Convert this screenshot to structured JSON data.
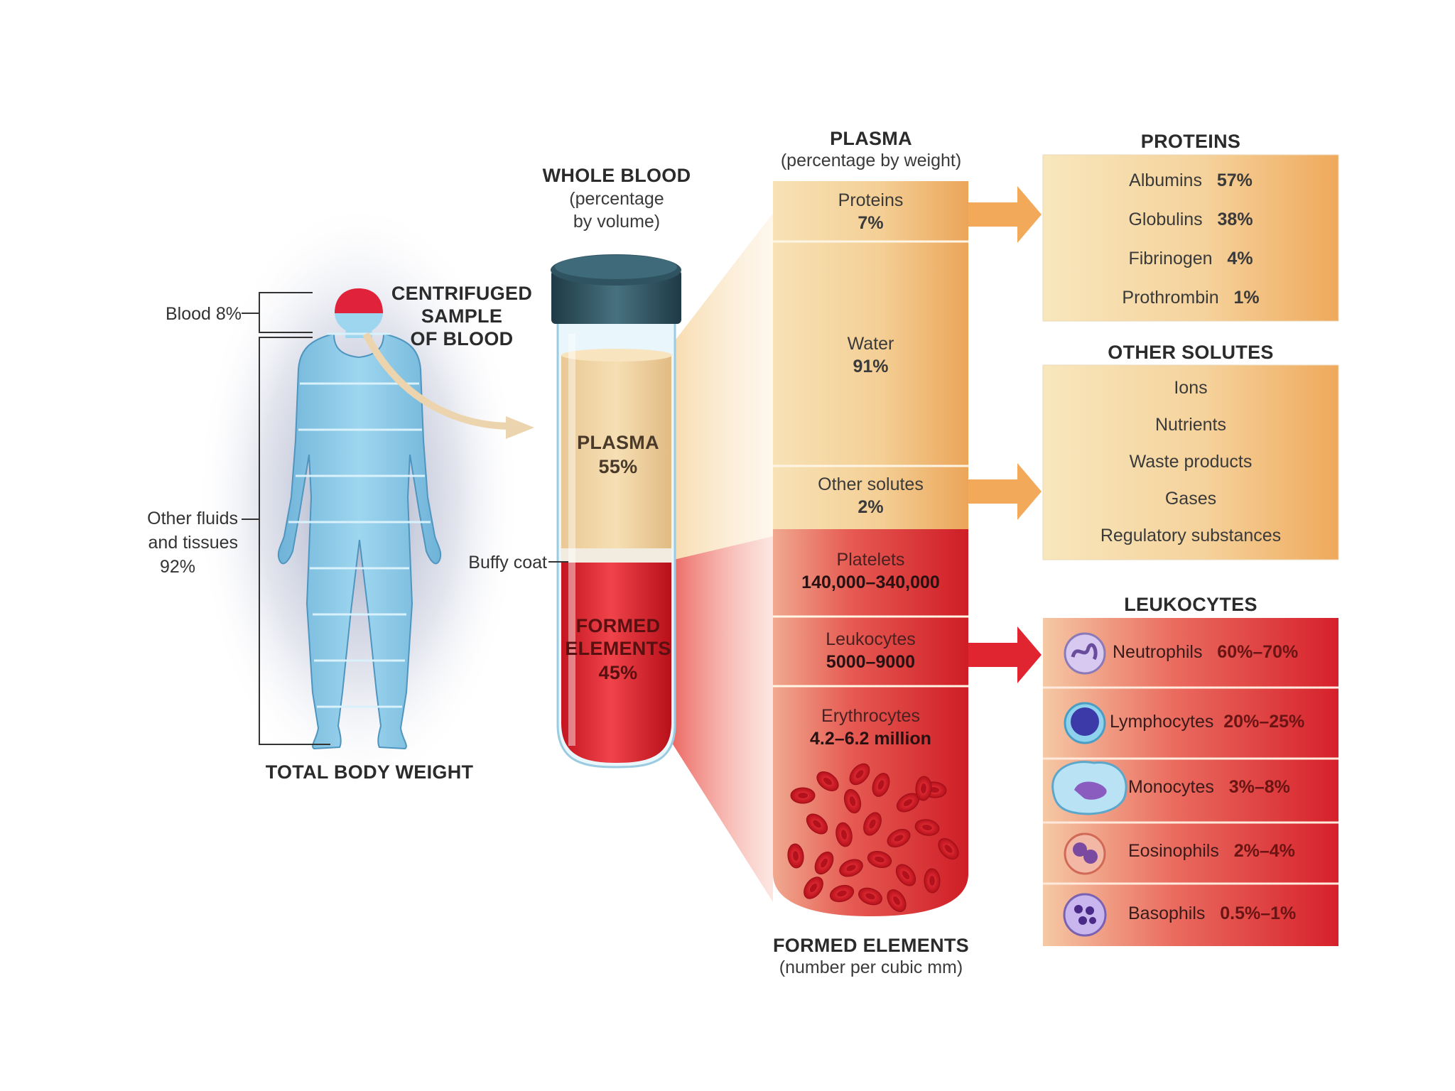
{
  "body": {
    "blood_label": "Blood 8%",
    "other_line1": "Other fluids",
    "other_line2": "and tissues",
    "other_line3": "92%",
    "caption": "TOTAL BODY WEIGHT",
    "centrifuged_line1": "CENTRIFUGED",
    "centrifuged_line2": "SAMPLE",
    "centrifuged_line3": "OF BLOOD"
  },
  "whole_blood": {
    "title": "WHOLE BLOOD",
    "sub_line1": "(percentage",
    "sub_line2": "by volume)",
    "plasma_label": "PLASMA",
    "plasma_pct": "55%",
    "buffy_coat": "Buffy coat",
    "formed_line1": "FORMED",
    "formed_line2": "ELEMENTS",
    "formed_pct": "45%"
  },
  "plasma": {
    "title": "PLASMA",
    "subtitle": "(percentage by weight)",
    "proteins_label": "Proteins",
    "proteins_pct": "7%",
    "water_label": "Water",
    "water_pct": "91%",
    "solutes_label": "Other solutes",
    "solutes_pct": "2%"
  },
  "formed": {
    "platelets_label": "Platelets",
    "platelets_val": "140,000–340,000",
    "leukocytes_label": "Leukocytes",
    "leukocytes_val": "5000–9000",
    "erythrocytes_label": "Erythrocytes",
    "erythrocytes_val": "4.2–6.2 million",
    "title": "FORMED ELEMENTS",
    "subtitle": "(number per cubic mm)"
  },
  "proteins_box": {
    "title": "PROTEINS",
    "items": [
      {
        "name": "Albumins",
        "pct": "57%"
      },
      {
        "name": "Globulins",
        "pct": "38%"
      },
      {
        "name": "Fibrinogen",
        "pct": "4%"
      },
      {
        "name": "Prothrombin",
        "pct": "1%"
      }
    ]
  },
  "solutes_box": {
    "title": "OTHER SOLUTES",
    "items": [
      "Ions",
      "Nutrients",
      "Waste products",
      "Gases",
      "Regulatory substances"
    ]
  },
  "leukocytes_box": {
    "title": "LEUKOCYTES",
    "items": [
      {
        "name": "Neutrophils",
        "pct": "60%–70%"
      },
      {
        "name": "Lymphocytes",
        "pct": "20%–25%"
      },
      {
        "name": "Monocytes",
        "pct": "3%–8%"
      },
      {
        "name": "Eosinophils",
        "pct": "2%–4%"
      },
      {
        "name": "Basophils",
        "pct": "0.5%–1%"
      }
    ]
  },
  "colors": {
    "body_blue": "#8ccbe8",
    "plasma_tan": "#f0cf9a",
    "blood_red": "#d9202b",
    "box_orange": "#f2a95a",
    "cap_dark": "#2f4f5c"
  }
}
